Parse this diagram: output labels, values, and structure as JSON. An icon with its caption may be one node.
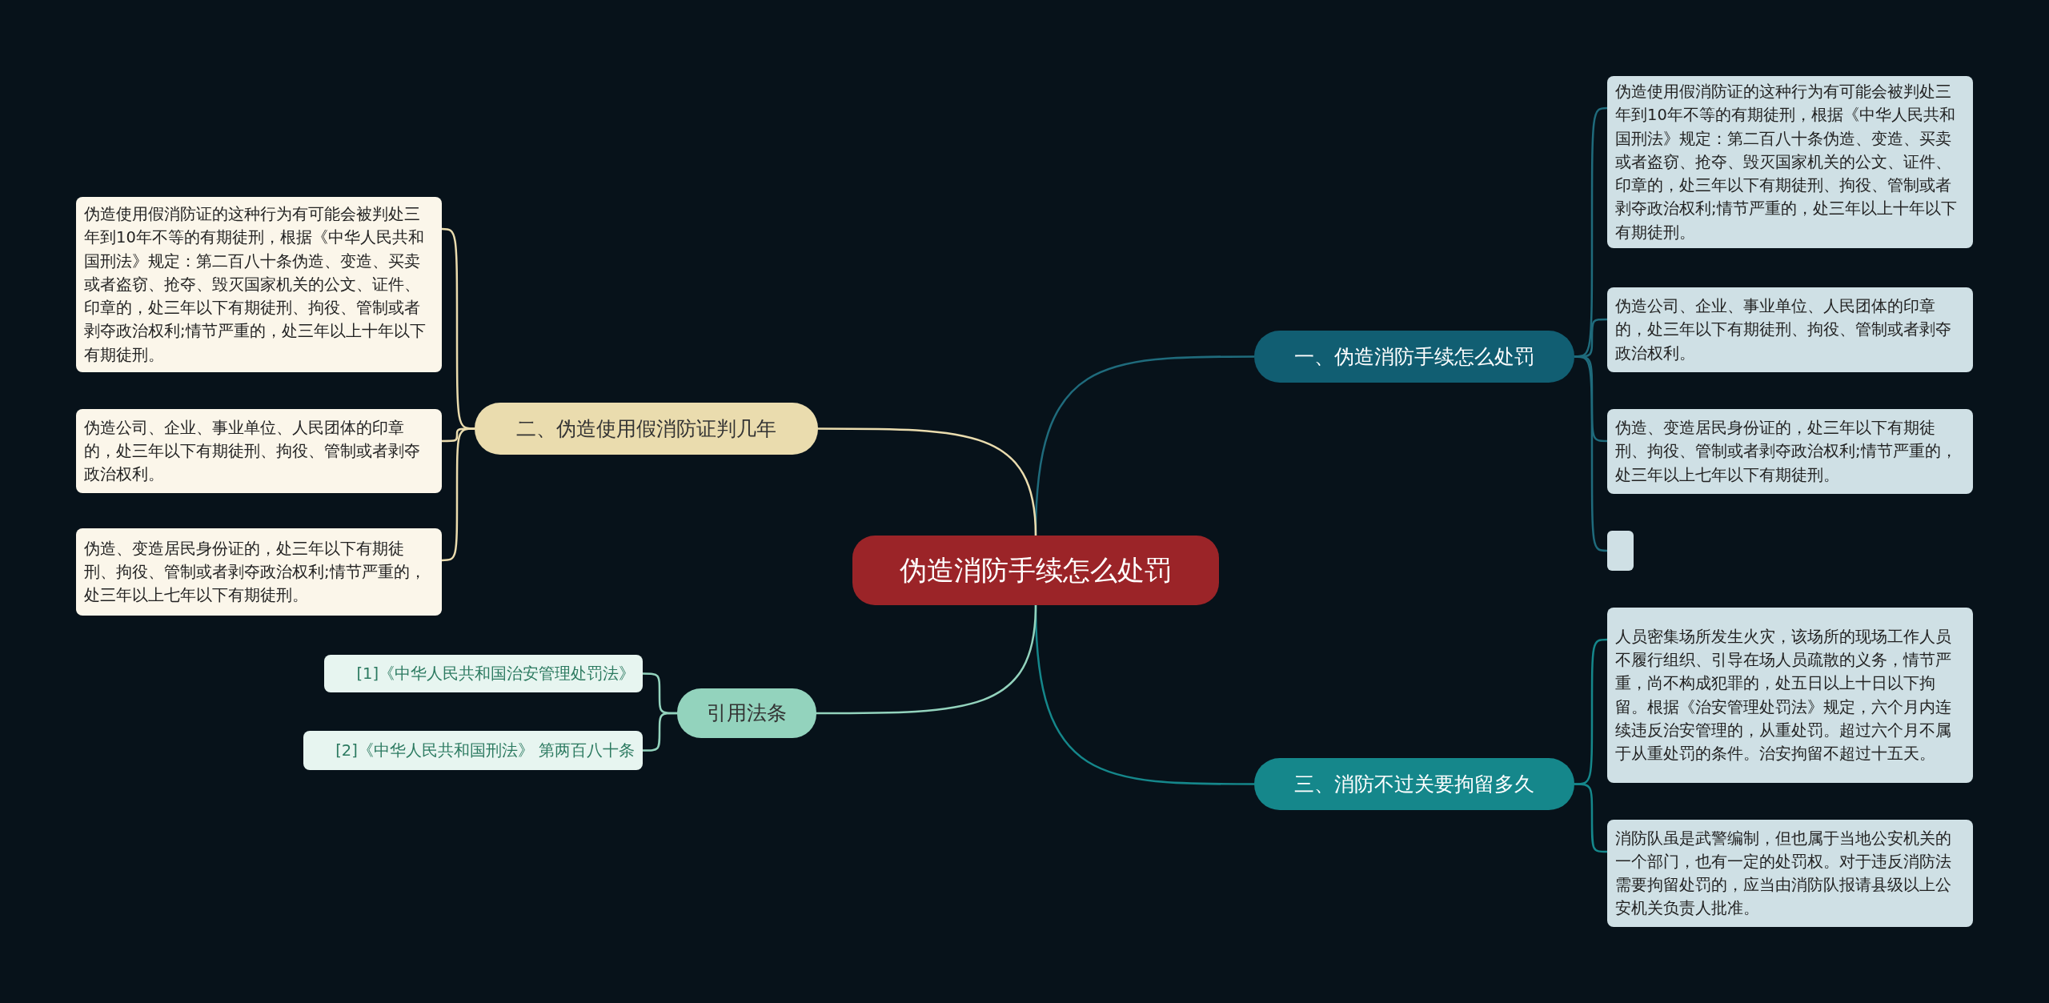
{
  "diagram": {
    "nodes": [
      {
        "text": [
          "伪造消防手续怎么处罚"
        ]
      },
      {
        "text": [
          "一、伪造消防手续怎么处罚"
        ]
      },
      {
        "text": [
          "伪造使用假消防证的这种行为有可能会被判处三年到10年不等的有期徒刑，根据《中华人民共和国刑法》规定：第二百八十条伪造、变造、买卖或者盗窃、抢夺、毁灭国家机关的公文、证件、印章的，处三年以下有期徒刑、拘役、管制或者剥夺政治权利;情节严重的，处三年以上十年以下有期徒刑。"
        ]
      },
      {
        "text": [
          "伪造公司、企业、事业单位、人民团体的印章的，处三年以下有期徒刑、拘役、管制或者剥夺政治权利。"
        ]
      },
      {
        "text": [
          "伪造、变造居民身份证的，处三年以下有期徒刑、拘役、管制或者剥夺政治权利;情节严重的，处三年以上七年以下有期徒刑。"
        ]
      },
      {
        "text": [],
        "shape": "box"
      },
      {
        "text": [
          "二、伪造使用假消防证判几年"
        ]
      },
      {
        "text": [
          "伪造使用假消防证的这种行为有可能会被判处三年到10年不等的有期徒刑，根据《中华人民共和国刑法》规定：第二百八十条伪造、变造、买卖或者盗窃、抢夺、毁灭国家机关的公文、证件、印章的，处三年以下有期徒刑、拘役、管制或者剥夺政治权利;情节严重的，处三年以上十年以下有期徒刑。"
        ]
      },
      {
        "text": [
          "伪造公司、企业、事业单位、人民团体的印章的，处三年以下有期徒刑、拘役、管制或者剥夺政治权利。"
        ]
      },
      {
        "text": [
          "伪造、变造居民身份证的，处三年以下有期徒刑、拘役、管制或者剥夺政治权利;情节严重的，处三年以上七年以下有期徒刑。"
        ]
      },
      {
        "text": [
          "三、消防不过关要拘留多久"
        ]
      },
      {
        "text": [
          "人员密集场所发生火灾，该场所的现场工作人员不履行组织、引导在场人员疏散的义务，情节严重，尚不构成犯罪的，处五日以上十日以下拘留。根据《治安管理处罚法》规定，六个月内连续违反治安管理的，从重处罚。超过六个月不属于从重处罚的条件。治安拘留不超过十五天。"
        ]
      },
      {
        "text": [
          "消防队虽是武警编制，但也属于当地公安机关的一个部门，也有一定的处罚权。对于违反消防法需要拘留处罚的，应当由消防队报请县级以上公安机关负责人批准。"
        ]
      },
      {
        "text": [
          "引用法条"
        ]
      },
      {
        "text": [
          "[1]《中华人民共和国治安管理处罚法》"
        ]
      },
      {
        "text": [
          "[2]《中华人民共和国刑法》 第两百八十条"
        ]
      }
    ],
    "edges": [
      {
        "from": 0,
        "to": 1,
        "arrow": "none",
        "color": "#1f6b7c"
      },
      {
        "from": 1,
        "to": 2,
        "arrow": "none",
        "color": "#1f6b7c"
      },
      {
        "from": 1,
        "to": 3,
        "arrow": "none",
        "color": "#1f6b7c"
      },
      {
        "from": 1,
        "to": 4,
        "arrow": "none",
        "color": "#1f6b7c"
      },
      {
        "from": 1,
        "to": 5,
        "arrow": "none",
        "color": "#1f6b7c"
      },
      {
        "from": 0,
        "to": 6,
        "arrow": "none",
        "color": "#eadcae"
      },
      {
        "from": 6,
        "to": 7,
        "arrow": "none",
        "color": "#eadcae"
      },
      {
        "from": 6,
        "to": 8,
        "arrow": "none",
        "color": "#eadcae"
      },
      {
        "from": 6,
        "to": 9,
        "arrow": "none",
        "color": "#eadcae"
      },
      {
        "from": 0,
        "to": 10,
        "arrow": "none",
        "color": "#15878b"
      },
      {
        "from": 10,
        "to": 11,
        "arrow": "none",
        "color": "#15878b"
      },
      {
        "from": 10,
        "to": 12,
        "arrow": "none",
        "color": "#15878b"
      },
      {
        "from": 0,
        "to": 13,
        "arrow": "none",
        "color": "#93d3bd"
      },
      {
        "from": 13,
        "to": 14,
        "arrow": "none",
        "color": "#93d3bd"
      },
      {
        "from": 13,
        "to": 15,
        "arrow": "none",
        "color": "#93d3bd"
      }
    ]
  }
}
